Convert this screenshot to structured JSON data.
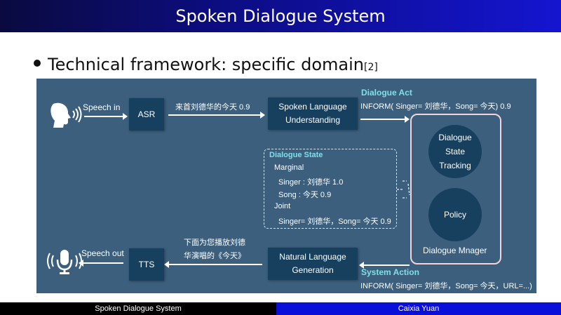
{
  "slide": {
    "title": "Spoken Dialogue System",
    "bullet": "Technical framework: specific domain",
    "citation": "[2]"
  },
  "diagram": {
    "speech_in": "Speech in",
    "speech_out": "Speech out",
    "asr": "ASR",
    "tts": "TTS",
    "slu_line1": "Spoken Language",
    "slu_line2": "Understanding",
    "nlg_line1": "Natural Language",
    "nlg_line2": "Generation",
    "asr_output": "来首刘德华的今天  0.9",
    "dialogue_act_label": "Dialogue Act",
    "dialogue_act_value": "INFORM( Singer= 刘德华，Song= 今天)  0.9",
    "dialogue_state": {
      "label": "Dialogue State",
      "marginal": "Marginal",
      "singer": "Singer : 刘德华  1.0",
      "song": "Song : 今天  0.9",
      "joint": "Joint",
      "joint_value": "Singer= 刘德华，Song= 今天  0.9"
    },
    "dst_line1": "Dialogue",
    "dst_line2": "State",
    "dst_line3": "Tracking",
    "policy": "Policy",
    "manager_label": "Dialogue Mnager",
    "system_action_label": "System Action",
    "system_action_value": "INFORM( Singer= 刘德华，Song= 今天，URL=...)",
    "response_line1": "下面为您播放刘德",
    "response_line2": "华演唱的《今天》"
  },
  "footer": {
    "left": "Spoken Dialogue System",
    "right": "Caixia Yuan"
  },
  "colors": {
    "title_bar": "#0d0d8a",
    "diagram_bg": "#3b5f7c",
    "box": "#17405f",
    "label_accent": "#7fe1e8",
    "footer_right": "#0a10d8"
  }
}
